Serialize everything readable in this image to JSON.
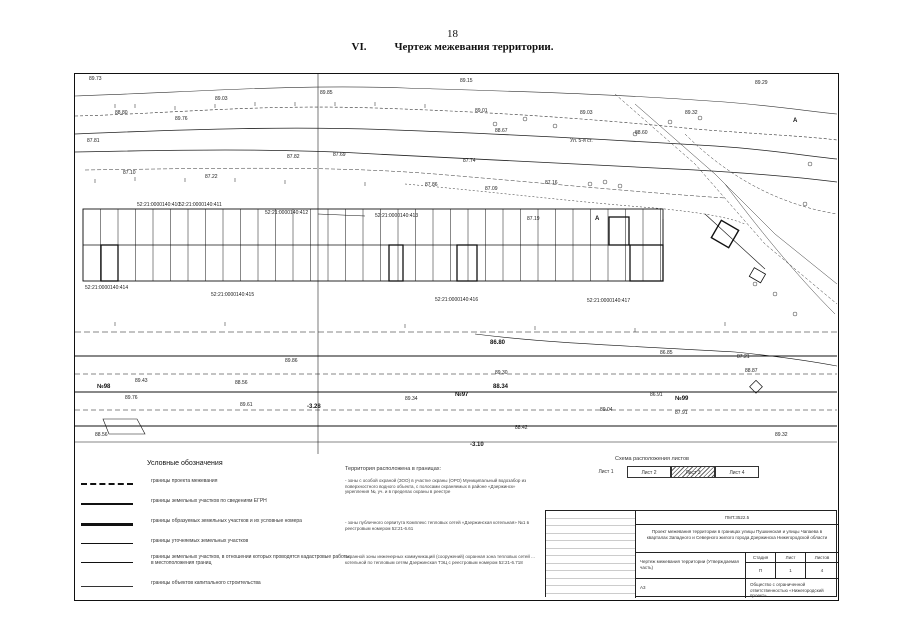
{
  "page": {
    "number": "18",
    "section": "VI.",
    "title": "Чертеж межевания территории."
  },
  "map": {
    "elevations": [
      "89.73",
      "89.15",
      "89.29",
      "89.85",
      "89.03",
      "89.01",
      "89.03",
      "89.32",
      "89.76",
      "88.80",
      "88.67",
      "88.60",
      "87.81",
      "87.82",
      "87.69",
      "87.10",
      "87.22",
      "87.86",
      "87.74",
      "87.16",
      "87.09",
      "87.19",
      "86.80",
      "86.85",
      "89.34",
      "88.34",
      "89.04",
      "89.76",
      "87.21",
      "86.91",
      "88.56",
      "89.43",
      "89.61",
      "89.86",
      "87.91",
      "88.56",
      "88.87",
      "89.30",
      "89.32",
      "88.42"
    ],
    "street_label": "Ул. 5-я ст.",
    "parcel_labels": [
      "52:21:0000140:410",
      "52:21:0000140:411",
      "52:21:0000140:412",
      "52:21:0000140:413",
      "52:21:0000140:414",
      "52:21:0000140:415",
      "52:21:0000140:416",
      "52:21:0000140:417"
    ],
    "marks": [
      "№97",
      "№99",
      "№98",
      "А",
      "А",
      "-3.10",
      "-3.28"
    ]
  },
  "legend": {
    "title": "Условные обозначения",
    "items": [
      "границы проекта межевания",
      "границы земельных участков по сведениям ЕГРН",
      "границы образуемых земельных участков и их условные номера",
      "границы уточняемых земельных участков",
      "границы земельных участков, в отношении которых проводятся кадастровые работы в местоположения границ",
      "границы объектов капитального строительства"
    ]
  },
  "territory": {
    "title": "Территория расположена в границах:",
    "texts": [
      "- зоны с особой охраной (ЗОО) в участке охраны (ОРО) Муниципальный водозабор из поверхностного водного объекта, с полосами охраняемых в районе «Дзержинск» укрепления №, уч. и в пределах охраны в реестре",
      "- зоны публичного сервитута Комплекс тепловых сетей «Дзержинская котельная» №1 в реестровым номером 52:21-6.61",
      "охранной зоны инженерных коммуникаций (сооружений) охранная зона тепловых сетей ... котельной по тепловым сетям Дзержинская ТЭЦ с реестровым номером 52:21-6.718"
    ]
  },
  "scheme": {
    "title": "Схема расположения листов",
    "sheets": [
      "Лист 1",
      "Лист 2",
      "Лист 3",
      "Лист 4"
    ]
  },
  "stamp": {
    "code": "ПМТ.3522.5",
    "project": "Проект межевания территории в границах улицы Пушкинская и улицы Чапаева в кварталах Западного и Северного жилого города Дзержинска Нижегородской области",
    "drawing": "Чертеж межевания территории (Утверждаемая часть)",
    "stage_label": "Стадия",
    "sheet_label": "Лист",
    "sheets_label": "Листов",
    "stage": "П",
    "sheet": "1",
    "sheets": "4",
    "org": "Общество с ограниченной ответственностью «Нижегородский проект»",
    "format": "А3"
  }
}
